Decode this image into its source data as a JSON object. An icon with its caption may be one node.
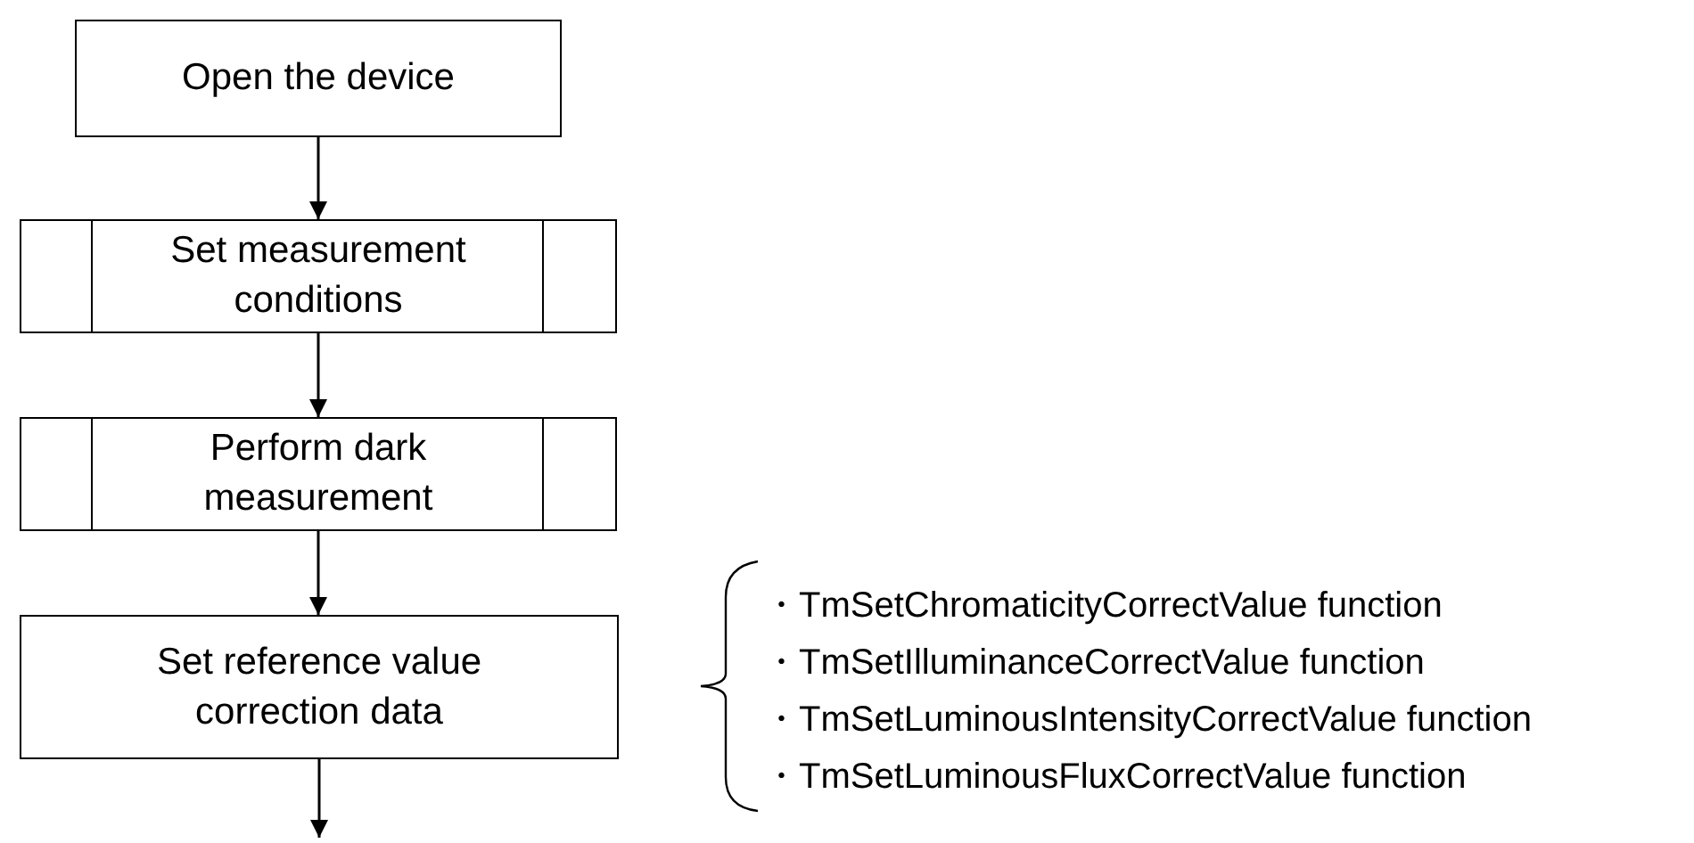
{
  "diagram": {
    "nodes": [
      {
        "text": [
          "Open the device"
        ]
      },
      {
        "text": [
          "Set measurement conditions"
        ]
      },
      {
        "text": [
          "Perform dark measurement"
        ]
      },
      {
        "text": [
          "Set reference value correction data"
        ]
      }
    ],
    "edges": [
      {
        "from": 0,
        "to": 1,
        "arrow": "to"
      },
      {
        "from": 1,
        "to": 2,
        "arrow": "to"
      },
      {
        "from": 2,
        "to": 3,
        "arrow": "to"
      },
      {
        "from": 3,
        "to": null,
        "arrow": "to"
      }
    ],
    "labels": [
      "・TmSetChromaticityCorrectValue function",
      "・TmSetIlluminanceCorrectValue function",
      "・TmSetLuminousIntensityCorrectValue function",
      "・TmSetLuminousFluxCorrectValue function"
    ]
  }
}
